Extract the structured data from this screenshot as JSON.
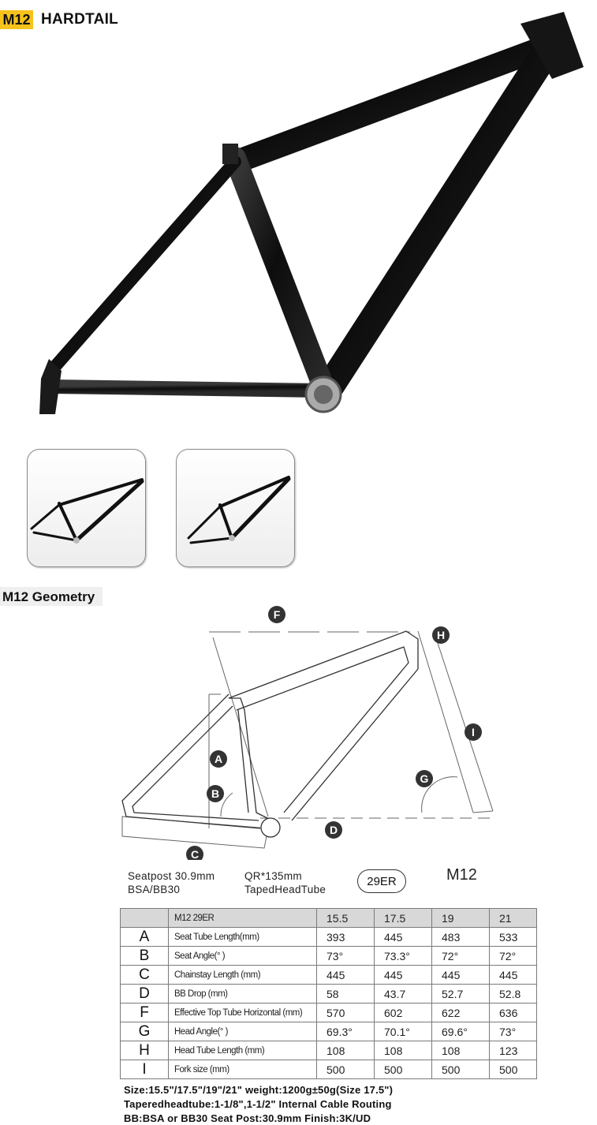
{
  "header": {
    "badge": "M12",
    "title": "HARDTAIL"
  },
  "geometry_section": {
    "title": "M12 Geometry"
  },
  "diagram": {
    "markers": [
      "F",
      "H",
      "I",
      "A",
      "G",
      "B",
      "D",
      "C"
    ]
  },
  "specs_block": {
    "col1_line1": "Seatpost 30.9mm",
    "col1_line2": "BSA/BB30",
    "col2_line1": "QR*135mm",
    "col2_line2": "TapedHeadTube",
    "badge": "29ER",
    "model": "M12"
  },
  "table": {
    "header": {
      "title": "M12 29ER",
      "sizes": [
        "15.5",
        "17.5",
        "19",
        "21"
      ]
    },
    "rows": [
      {
        "letter": "A",
        "label": "Seat Tube Length(mm)",
        "values": [
          "393",
          "445",
          "483",
          "533"
        ]
      },
      {
        "letter": "B",
        "label": "Seat Angle(° )",
        "values": [
          "73°",
          "73.3°",
          "72°",
          "72°"
        ]
      },
      {
        "letter": "C",
        "label": "Chainstay Length (mm)",
        "values": [
          "445",
          "445",
          "445",
          "445"
        ]
      },
      {
        "letter": "D",
        "label": "BB Drop (mm)",
        "values": [
          "58",
          "43.7",
          "52.7",
          "52.8"
        ]
      },
      {
        "letter": "F",
        "label": "Effective Top Tube Horizontal (mm)",
        "values": [
          "570",
          "602",
          "622",
          "636"
        ]
      },
      {
        "letter": "G",
        "label": "Head Angle(° )",
        "values": [
          "69.3°",
          "70.1°",
          "69.6°",
          "73°"
        ]
      },
      {
        "letter": "H",
        "label": "Head Tube Length (mm)",
        "values": [
          "108",
          "108",
          "108",
          "123"
        ]
      },
      {
        "letter": "I",
        "label": "Fork size (mm)",
        "values": [
          "500",
          "500",
          "500",
          "500"
        ]
      }
    ]
  },
  "footer": {
    "line1": "Size:15.5\"/17.5\"/19\"/21\"   weight:1200g±50g(Size 17.5\")",
    "line2": "Taperedheadtube:1-1/8\",1-1/2\"   Internal Cable Routing",
    "line3": "BB:BSA or BB30    Seat Post:30.9mm   Finish:3K/UD"
  }
}
